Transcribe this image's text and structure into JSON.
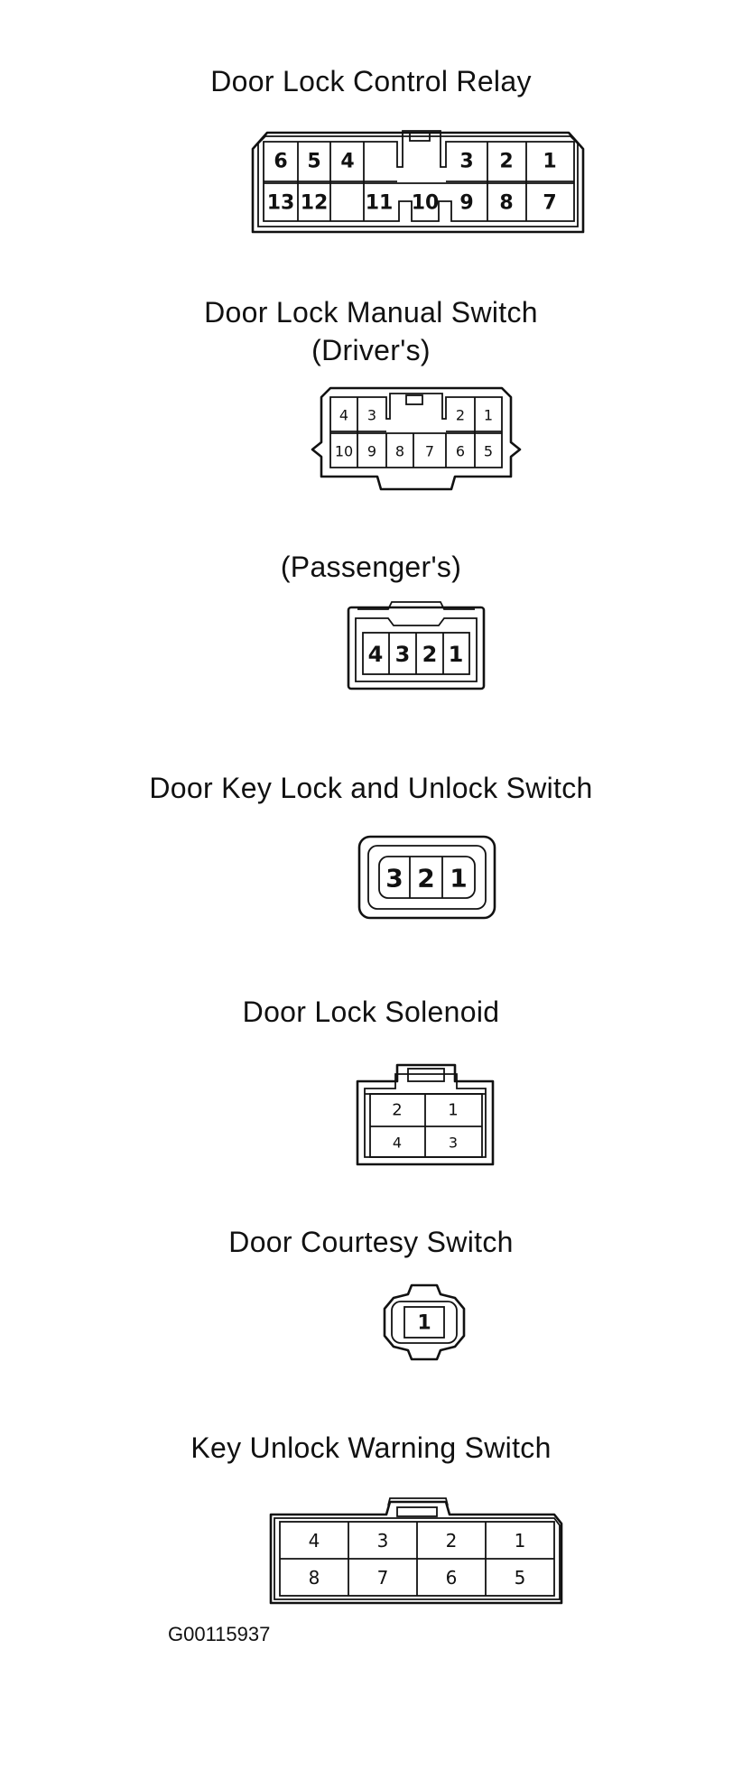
{
  "connectors": {
    "relay": {
      "title": "Door Lock Control Relay",
      "row1": [
        "6",
        "5",
        "4",
        "3",
        "2",
        "1"
      ],
      "row2": [
        "13",
        "12",
        "11",
        "10",
        "9",
        "8",
        "7"
      ]
    },
    "manual": {
      "title": "Door Lock Manual Switch",
      "subtitle": "(Driver's)",
      "row1": [
        "4",
        "3",
        "2",
        "1"
      ],
      "row2": [
        "10",
        "9",
        "8",
        "7",
        "6",
        "5"
      ]
    },
    "passenger": {
      "title": "(Passenger's)",
      "pins": [
        "4",
        "3",
        "2",
        "1"
      ]
    },
    "key": {
      "title": "Door Key Lock and Unlock Switch",
      "pins": [
        "3",
        "2",
        "1"
      ]
    },
    "solenoid": {
      "title": "Door Lock Solenoid",
      "row1": [
        "2",
        "1"
      ],
      "row2": [
        "4",
        "3"
      ]
    },
    "courtesy": {
      "title": "Door Courtesy Switch",
      "pins": [
        "1"
      ]
    },
    "warning": {
      "title": "Key Unlock Warning Switch",
      "row1": [
        "4",
        "3",
        "2",
        "1"
      ],
      "row2": [
        "8",
        "7",
        "6",
        "5"
      ]
    }
  },
  "figure_code": "G00115937"
}
